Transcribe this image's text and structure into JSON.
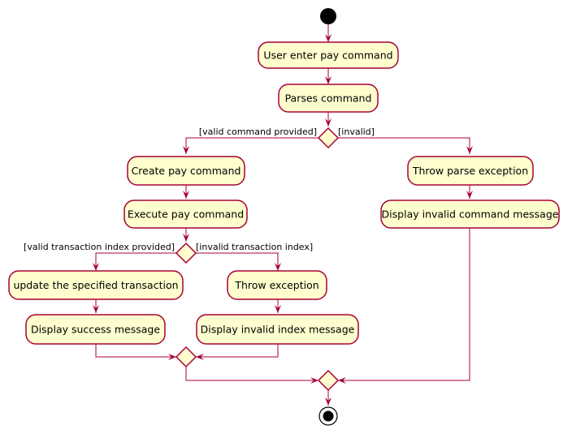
{
  "diagram": {
    "type": "uml-activity",
    "colors": {
      "node_fill": "#fefece",
      "border": "#a80036",
      "start_node": "#000000"
    },
    "actions": {
      "user_enter_pay_command": "User enter pay command",
      "parses_command": "Parses command",
      "create_pay_command": "Create pay command",
      "execute_pay_command": "Execute pay command",
      "throw_parse_exception": "Throw parse exception",
      "display_invalid_command_message": "Display invalid command message",
      "update_specified_transaction": "update the specified transaction",
      "display_success_message": "Display success message",
      "throw_exception": "Throw exception",
      "display_invalid_index_message": "Display invalid index message"
    },
    "guards": {
      "valid_command_provided": "[valid command provided]",
      "invalid": "[invalid]",
      "valid_transaction_index_provided": "[valid transaction index provided]",
      "invalid_transaction_index": "[invalid transaction index]"
    }
  }
}
